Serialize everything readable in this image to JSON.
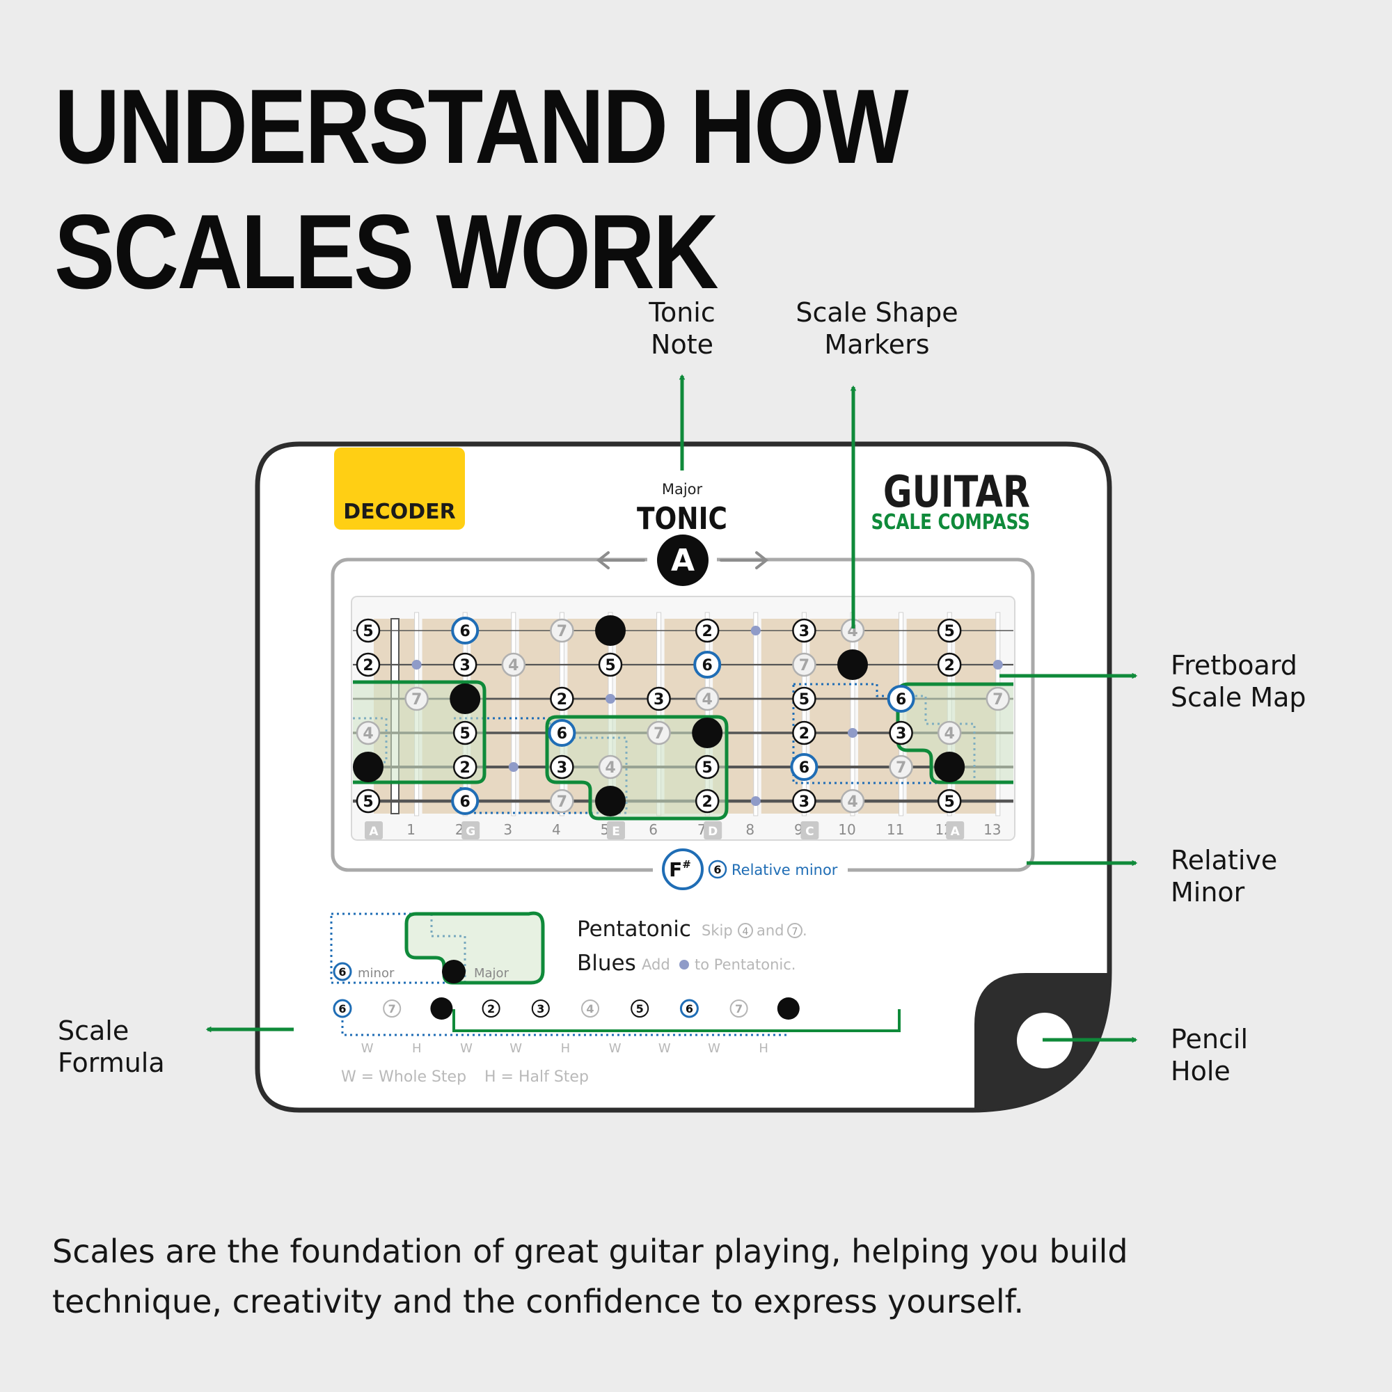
{
  "headline": {
    "line1": "UNDERSTAND HOW",
    "line2": "SCALES WORK"
  },
  "callouts": {
    "tonic": {
      "line1": "Tonic",
      "line2": "Note"
    },
    "shape": {
      "line1": "Scale Shape",
      "line2": "Markers"
    },
    "fretboard": {
      "line1": "Fretboard",
      "line2": "Scale Map"
    },
    "relative": {
      "line1": "Relative",
      "line2": "Minor"
    },
    "pencil": {
      "line1": "Pencil",
      "line2": "Hole"
    },
    "formula": {
      "line1": "Scale",
      "line2": "Formula"
    }
  },
  "card": {
    "decoder_label": "DECODER",
    "brand_title": "GUITAR",
    "brand_subtitle": "SCALE COMPASS",
    "tonic_mode": "Major",
    "tonic_label": "TONIC",
    "tonic_note": "A",
    "relative_note": "F",
    "relative_sharp": "#",
    "relative_degree": "6",
    "relative_text": "Relative minor",
    "fret_numbers": [
      "1",
      "2",
      "3",
      "4",
      "5",
      "6",
      "7",
      "8",
      "9",
      "10",
      "11",
      "12",
      "13"
    ],
    "fret_tabs": [
      {
        "fret": 1,
        "label": "A"
      },
      {
        "fret": 3,
        "label": "G"
      },
      {
        "fret": 6,
        "label": "E"
      },
      {
        "fret": 8,
        "label": "D"
      },
      {
        "fret": 10,
        "label": "C"
      },
      {
        "fret": 13,
        "label": "A"
      }
    ],
    "fret_notes": [
      {
        "s": 1,
        "f": 0,
        "d": "5",
        "k": "n"
      },
      {
        "s": 1,
        "f": 2,
        "d": "6",
        "k": "b"
      },
      {
        "s": 1,
        "f": 4,
        "d": "7",
        "k": "g"
      },
      {
        "s": 1,
        "f": 5,
        "d": "",
        "k": "t"
      },
      {
        "s": 1,
        "f": 7,
        "d": "2",
        "k": "n"
      },
      {
        "s": 1,
        "f": 8,
        "d": "",
        "k": "dot"
      },
      {
        "s": 1,
        "f": 9,
        "d": "3",
        "k": "n"
      },
      {
        "s": 1,
        "f": 10,
        "d": "4",
        "k": "g"
      },
      {
        "s": 1,
        "f": 12,
        "d": "5",
        "k": "n"
      },
      {
        "s": 2,
        "f": 0,
        "d": "2",
        "k": "n"
      },
      {
        "s": 2,
        "f": 1,
        "d": "",
        "k": "dot"
      },
      {
        "s": 2,
        "f": 2,
        "d": "3",
        "k": "n"
      },
      {
        "s": 2,
        "f": 3,
        "d": "4",
        "k": "g"
      },
      {
        "s": 2,
        "f": 5,
        "d": "5",
        "k": "n"
      },
      {
        "s": 2,
        "f": 7,
        "d": "6",
        "k": "b"
      },
      {
        "s": 2,
        "f": 9,
        "d": "7",
        "k": "g"
      },
      {
        "s": 2,
        "f": 10,
        "d": "",
        "k": "t"
      },
      {
        "s": 2,
        "f": 12,
        "d": "2",
        "k": "n"
      },
      {
        "s": 2,
        "f": 13,
        "d": "",
        "k": "dot"
      },
      {
        "s": 3,
        "f": 1,
        "d": "7",
        "k": "g"
      },
      {
        "s": 3,
        "f": 2,
        "d": "",
        "k": "t"
      },
      {
        "s": 3,
        "f": 4,
        "d": "2",
        "k": "n"
      },
      {
        "s": 3,
        "f": 5,
        "d": "",
        "k": "dot"
      },
      {
        "s": 3,
        "f": 6,
        "d": "3",
        "k": "n"
      },
      {
        "s": 3,
        "f": 7,
        "d": "4",
        "k": "g"
      },
      {
        "s": 3,
        "f": 9,
        "d": "5",
        "k": "n"
      },
      {
        "s": 3,
        "f": 11,
        "d": "6",
        "k": "b"
      },
      {
        "s": 3,
        "f": 13,
        "d": "7",
        "k": "g"
      },
      {
        "s": 4,
        "f": 0,
        "d": "4",
        "k": "g"
      },
      {
        "s": 4,
        "f": 2,
        "d": "5",
        "k": "n"
      },
      {
        "s": 4,
        "f": 4,
        "d": "6",
        "k": "b"
      },
      {
        "s": 4,
        "f": 6,
        "d": "7",
        "k": "g"
      },
      {
        "s": 4,
        "f": 7,
        "d": "",
        "k": "t"
      },
      {
        "s": 4,
        "f": 9,
        "d": "2",
        "k": "n"
      },
      {
        "s": 4,
        "f": 10,
        "d": "",
        "k": "dot"
      },
      {
        "s": 4,
        "f": 11,
        "d": "3",
        "k": "n"
      },
      {
        "s": 4,
        "f": 12,
        "d": "4",
        "k": "g"
      },
      {
        "s": 5,
        "f": 0,
        "d": "",
        "k": "t"
      },
      {
        "s": 5,
        "f": 2,
        "d": "2",
        "k": "n"
      },
      {
        "s": 5,
        "f": 3,
        "d": "",
        "k": "dot"
      },
      {
        "s": 5,
        "f": 4,
        "d": "3",
        "k": "n"
      },
      {
        "s": 5,
        "f": 5,
        "d": "4",
        "k": "g"
      },
      {
        "s": 5,
        "f": 7,
        "d": "5",
        "k": "n"
      },
      {
        "s": 5,
        "f": 9,
        "d": "6",
        "k": "b"
      },
      {
        "s": 5,
        "f": 11,
        "d": "7",
        "k": "g"
      },
      {
        "s": 5,
        "f": 12,
        "d": "",
        "k": "t"
      },
      {
        "s": 6,
        "f": 0,
        "d": "5",
        "k": "n"
      },
      {
        "s": 6,
        "f": 2,
        "d": "6",
        "k": "b"
      },
      {
        "s": 6,
        "f": 4,
        "d": "7",
        "k": "g"
      },
      {
        "s": 6,
        "f": 5,
        "d": "",
        "k": "t"
      },
      {
        "s": 6,
        "f": 7,
        "d": "2",
        "k": "n"
      },
      {
        "s": 6,
        "f": 8,
        "d": "",
        "k": "dot"
      },
      {
        "s": 6,
        "f": 9,
        "d": "3",
        "k": "n"
      },
      {
        "s": 6,
        "f": 10,
        "d": "4",
        "k": "g"
      },
      {
        "s": 6,
        "f": 12,
        "d": "5",
        "k": "n"
      }
    ],
    "legend": {
      "minor_degree": "6",
      "minor_label": "minor",
      "major_label": "Major",
      "pentatonic_label": "Pentatonic",
      "pent_skip": "Skip",
      "pent_d1": "4",
      "pent_and": "and",
      "pent_d2": "7",
      "pent_end": ".",
      "blues_label": "Blues",
      "blues_add": "Add",
      "blues_rest": "to Pentatonic."
    },
    "formula": {
      "notes": [
        {
          "d": "6",
          "k": "b"
        },
        {
          "d": "7",
          "k": "g"
        },
        {
          "d": "",
          "k": "t"
        },
        {
          "d": "2",
          "k": "n"
        },
        {
          "d": "3",
          "k": "n"
        },
        {
          "d": "4",
          "k": "g"
        },
        {
          "d": "5",
          "k": "n"
        },
        {
          "d": "6",
          "k": "b"
        },
        {
          "d": "7",
          "k": "g"
        },
        {
          "d": "",
          "k": "t"
        }
      ],
      "steps": [
        "W",
        "H",
        "W",
        "W",
        "H",
        "W",
        "W",
        "W",
        "H"
      ],
      "key_whole": "W = Whole Step",
      "key_half": "H = Half Step"
    }
  },
  "bottom_text": "Scales are the foundation of great guitar playing, helping you build technique, creativity and the confidence to express yourself.",
  "colors": {
    "background": "#ececec",
    "green": "#0f8a3a",
    "blue": "#1f6db5",
    "yellow": "#ffcf14",
    "dark": "#2d2d2d",
    "wood": "#e7d8c2"
  }
}
